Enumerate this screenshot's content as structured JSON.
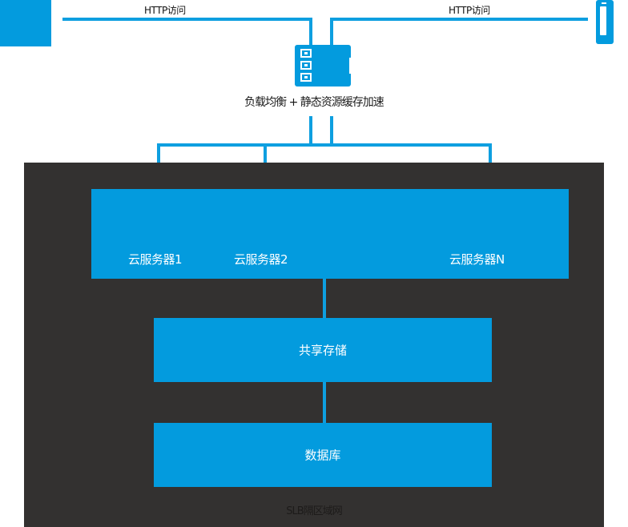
{
  "diagram": {
    "title_bottom": "SLB隔区域网",
    "colors": {
      "accent_blue": "#039BDE",
      "connector_blue": "#0E9FE0",
      "zone_dark": "#333130",
      "label_white": "#FFFFFF"
    },
    "clients": {
      "left": {
        "icon": "browser-client-icon",
        "label": "HTTP访问"
      },
      "right": {
        "icon": "mobile-phone-icon",
        "label": "HTTP访问"
      }
    },
    "load_balancer": {
      "icon": "server-rack-icon",
      "caption": "负载均衡 + 静态资源缓存加速"
    },
    "cluster": {
      "servers": [
        {
          "label": "云服务器1"
        },
        {
          "label": "云服务器2"
        },
        {
          "label": "云服务器N"
        }
      ]
    },
    "storage": {
      "label": "共享存储"
    },
    "database": {
      "label": "数据库"
    }
  }
}
